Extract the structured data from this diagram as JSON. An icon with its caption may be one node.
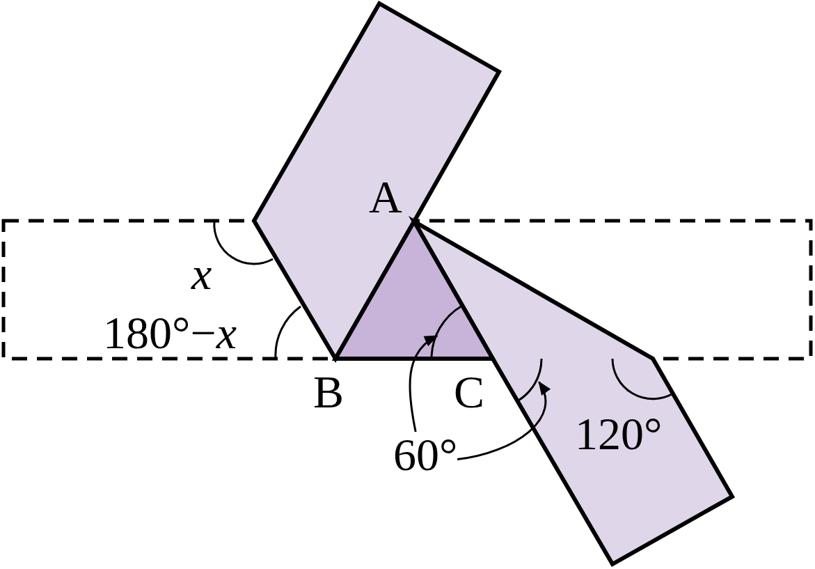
{
  "diagram": {
    "nodes": [
      {
        "text": [],
        "shape": "arc"
      },
      {
        "text": [],
        "shape": "arc"
      },
      {
        "text": [
          "60°"
        ]
      }
    ],
    "edges": [
      {
        "from": 2,
        "to": 0,
        "arrow": "to"
      },
      {
        "from": 2,
        "to": 1,
        "arrow": "to"
      }
    ],
    "labels": [
      "A",
      "*x*",
      "180°−*x*",
      "B",
      "C",
      "120°"
    ]
  }
}
